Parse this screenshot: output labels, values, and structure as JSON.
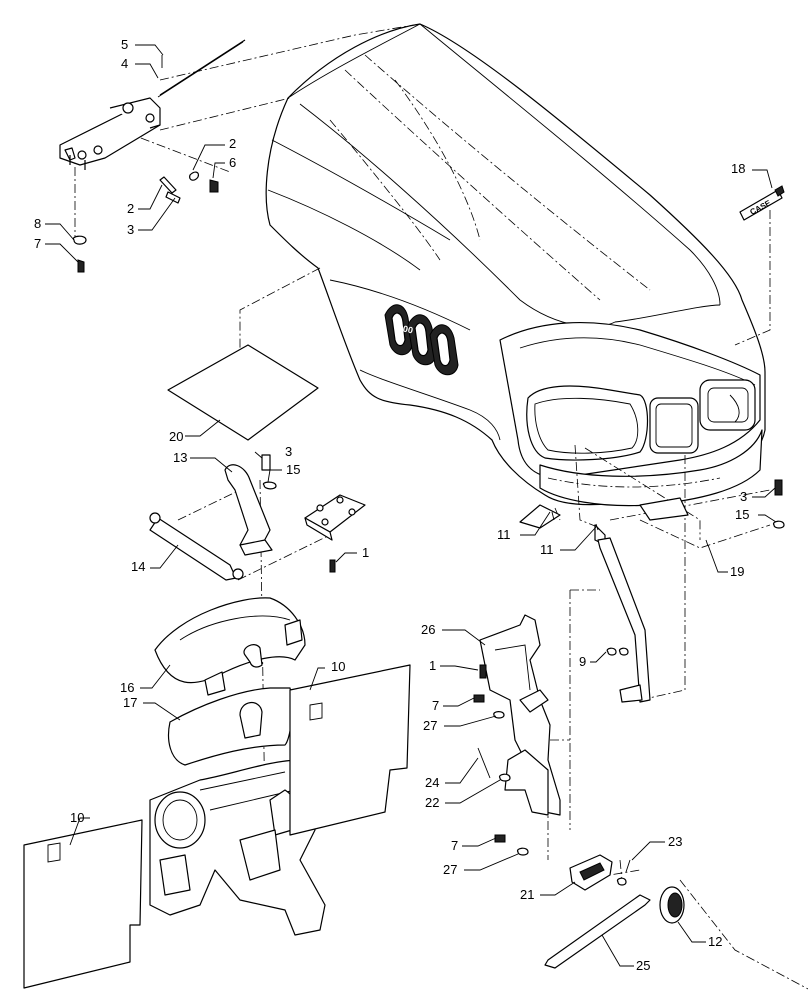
{
  "callouts": [
    {
      "id": "c5",
      "text": "5"
    },
    {
      "id": "c4",
      "text": "4"
    },
    {
      "id": "c2a",
      "text": "2"
    },
    {
      "id": "c6",
      "text": "6"
    },
    {
      "id": "c2b",
      "text": "2"
    },
    {
      "id": "c3a",
      "text": "3"
    },
    {
      "id": "c8",
      "text": "8"
    },
    {
      "id": "c7a",
      "text": "7"
    },
    {
      "id": "c18",
      "text": "18"
    },
    {
      "id": "c20",
      "text": "20"
    },
    {
      "id": "c13",
      "text": "13"
    },
    {
      "id": "c3b",
      "text": "3"
    },
    {
      "id": "c15a",
      "text": "15"
    },
    {
      "id": "c14",
      "text": "14"
    },
    {
      "id": "c1a",
      "text": "1"
    },
    {
      "id": "c11a",
      "text": "11"
    },
    {
      "id": "c11b",
      "text": "11"
    },
    {
      "id": "c3c",
      "text": "3"
    },
    {
      "id": "c15b",
      "text": "15"
    },
    {
      "id": "c19",
      "text": "19"
    },
    {
      "id": "c16",
      "text": "16"
    },
    {
      "id": "c10a",
      "text": "10"
    },
    {
      "id": "c17",
      "text": "17"
    },
    {
      "id": "c26",
      "text": "26"
    },
    {
      "id": "c1b",
      "text": "1"
    },
    {
      "id": "c9",
      "text": "9"
    },
    {
      "id": "c7b",
      "text": "7"
    },
    {
      "id": "c27a",
      "text": "27"
    },
    {
      "id": "c24",
      "text": "24"
    },
    {
      "id": "c22",
      "text": "22"
    },
    {
      "id": "c10b",
      "text": "10"
    },
    {
      "id": "c7c",
      "text": "7"
    },
    {
      "id": "c23",
      "text": "23"
    },
    {
      "id": "c27b",
      "text": "27"
    },
    {
      "id": "c21",
      "text": "21"
    },
    {
      "id": "c12",
      "text": "12"
    },
    {
      "id": "c25",
      "text": "25"
    }
  ],
  "emblem_text": "CASE",
  "hood_badge_text": "000"
}
